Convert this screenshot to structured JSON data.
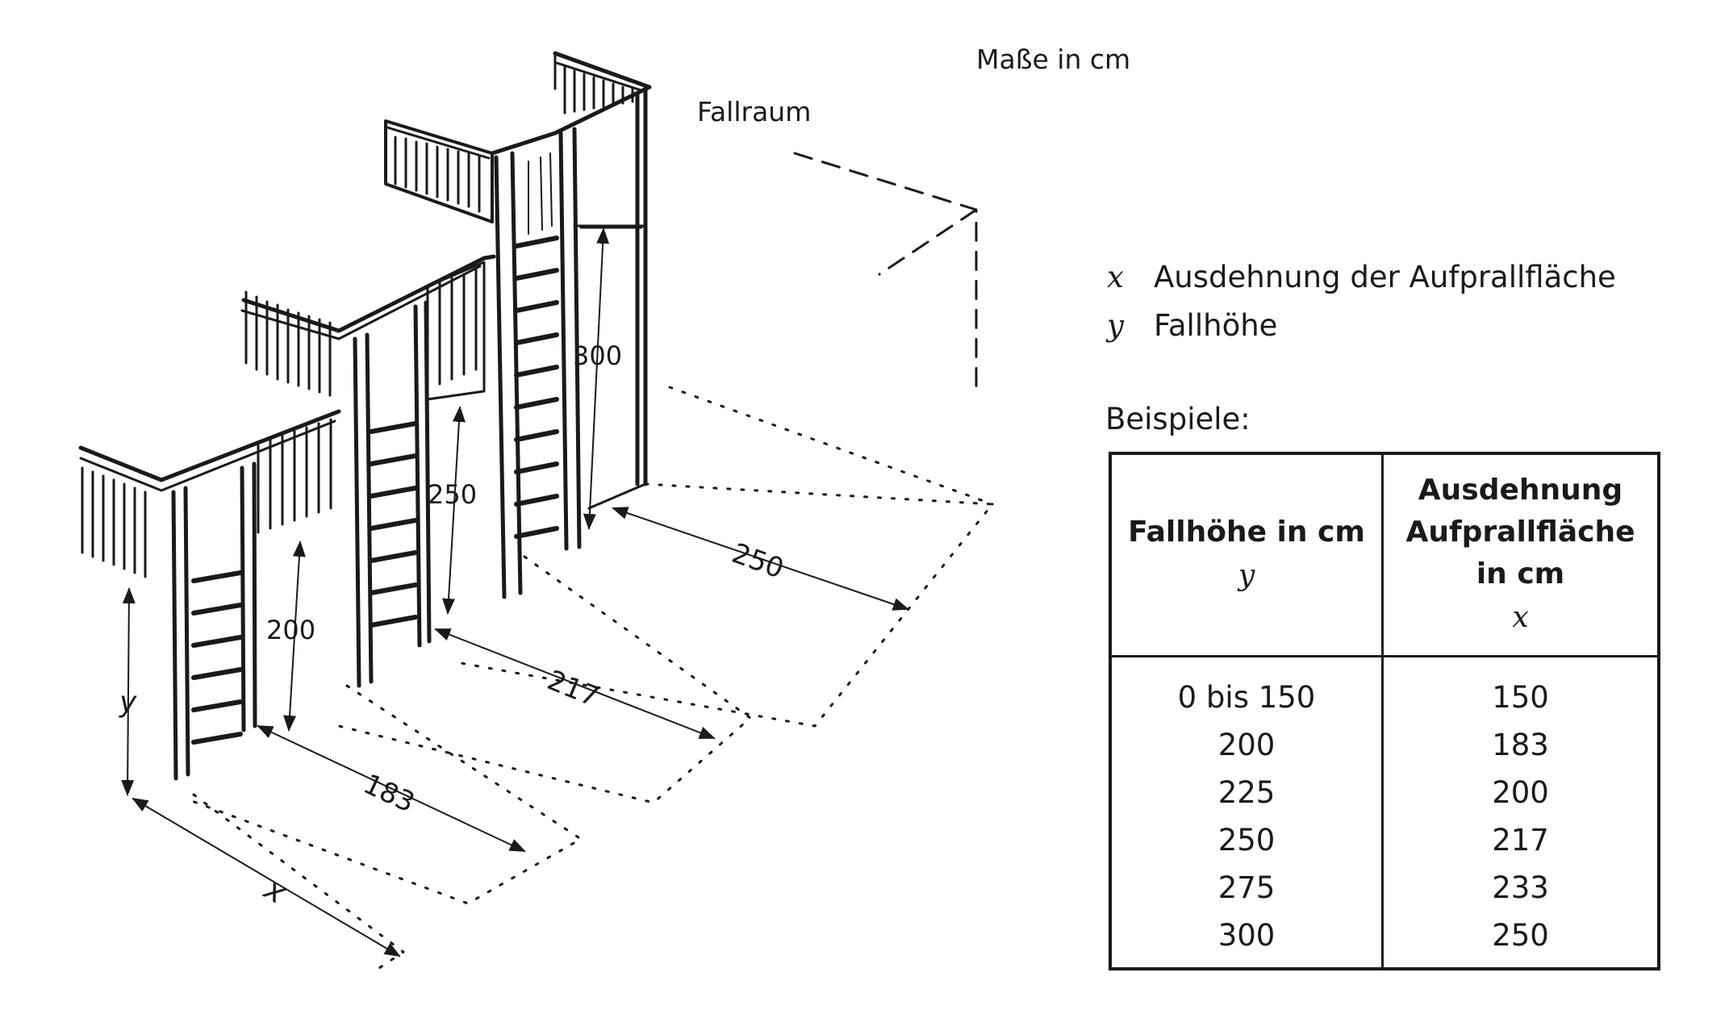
{
  "units_note": "Maße in cm",
  "fallraum_label": "Fallraum",
  "legend": [
    {
      "symbol": "x",
      "label": "Ausdehnung der Aufprallfläche"
    },
    {
      "symbol": "y",
      "label": "Fallhöhe"
    }
  ],
  "examples_label": "Beispiele:",
  "table": {
    "col1_header": "Fallhöhe in cm",
    "col1_var": "y",
    "col2_header": "Ausdehnung Aufprallfläche in cm",
    "col2_var": "x",
    "rows": [
      {
        "y": "0 bis 150",
        "x": "150"
      },
      {
        "y": "200",
        "x": "183"
      },
      {
        "y": "225",
        "x": "200"
      },
      {
        "y": "250",
        "x": "217"
      },
      {
        "y": "275",
        "x": "233"
      },
      {
        "y": "300",
        "x": "250"
      }
    ]
  },
  "sketch_labels": {
    "h200": "200",
    "h250": "250",
    "h300": "300",
    "d183": "183",
    "d217": "217",
    "d250": "250",
    "y": "y",
    "x": "x"
  }
}
